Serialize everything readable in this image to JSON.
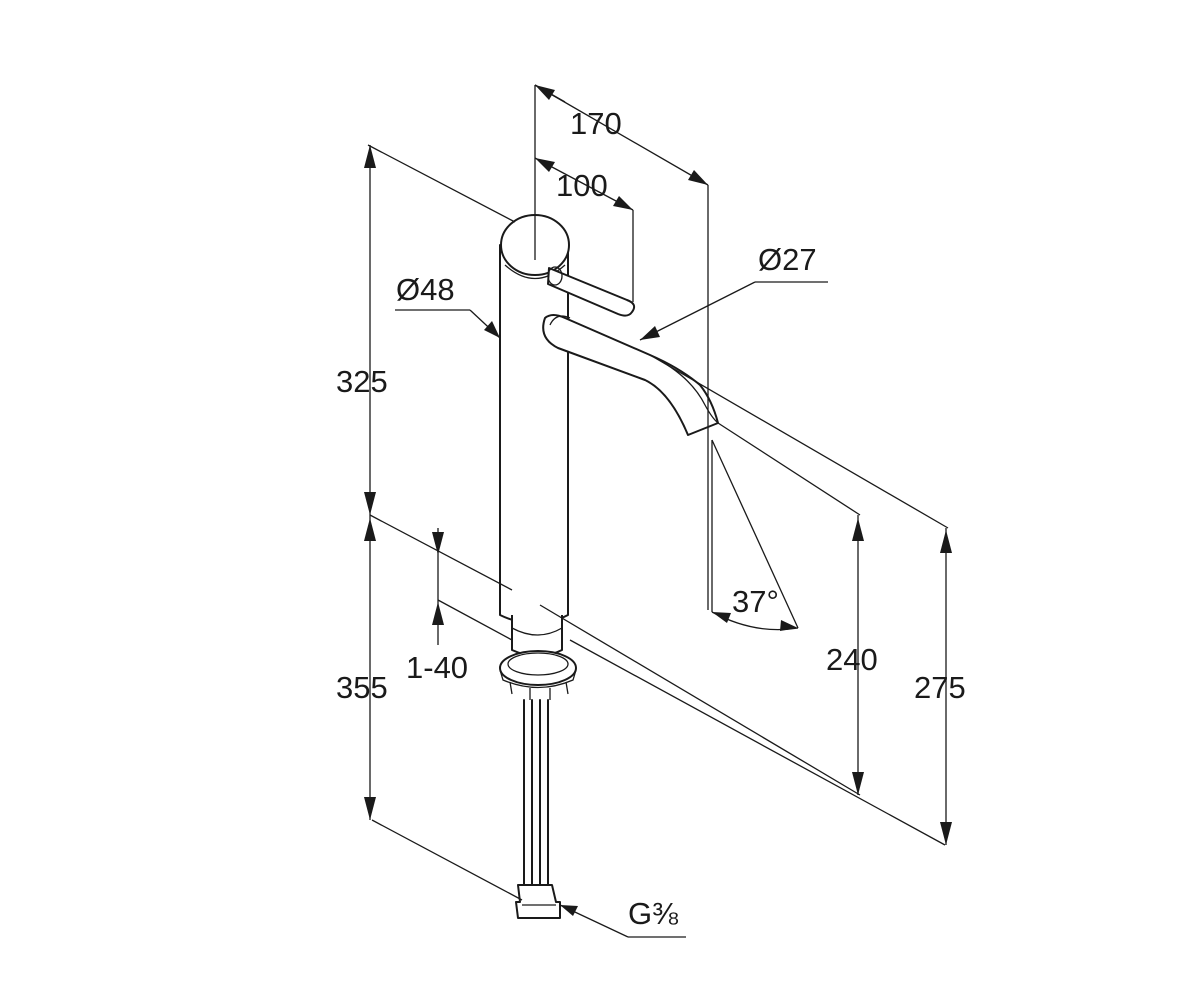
{
  "dimensions": {
    "spout_reach": "170",
    "lever_reach": "100",
    "spout_diameter": "Ø27",
    "body_diameter": "Ø48",
    "body_height": "325",
    "overall_below": "355",
    "deck_thickness": "1-40",
    "spout_height": "240",
    "total_height": "275",
    "spray_angle": "37°",
    "connection_thread": "G⅜"
  },
  "colors": {
    "line": "#1a1a1a",
    "background": "#ffffff"
  }
}
